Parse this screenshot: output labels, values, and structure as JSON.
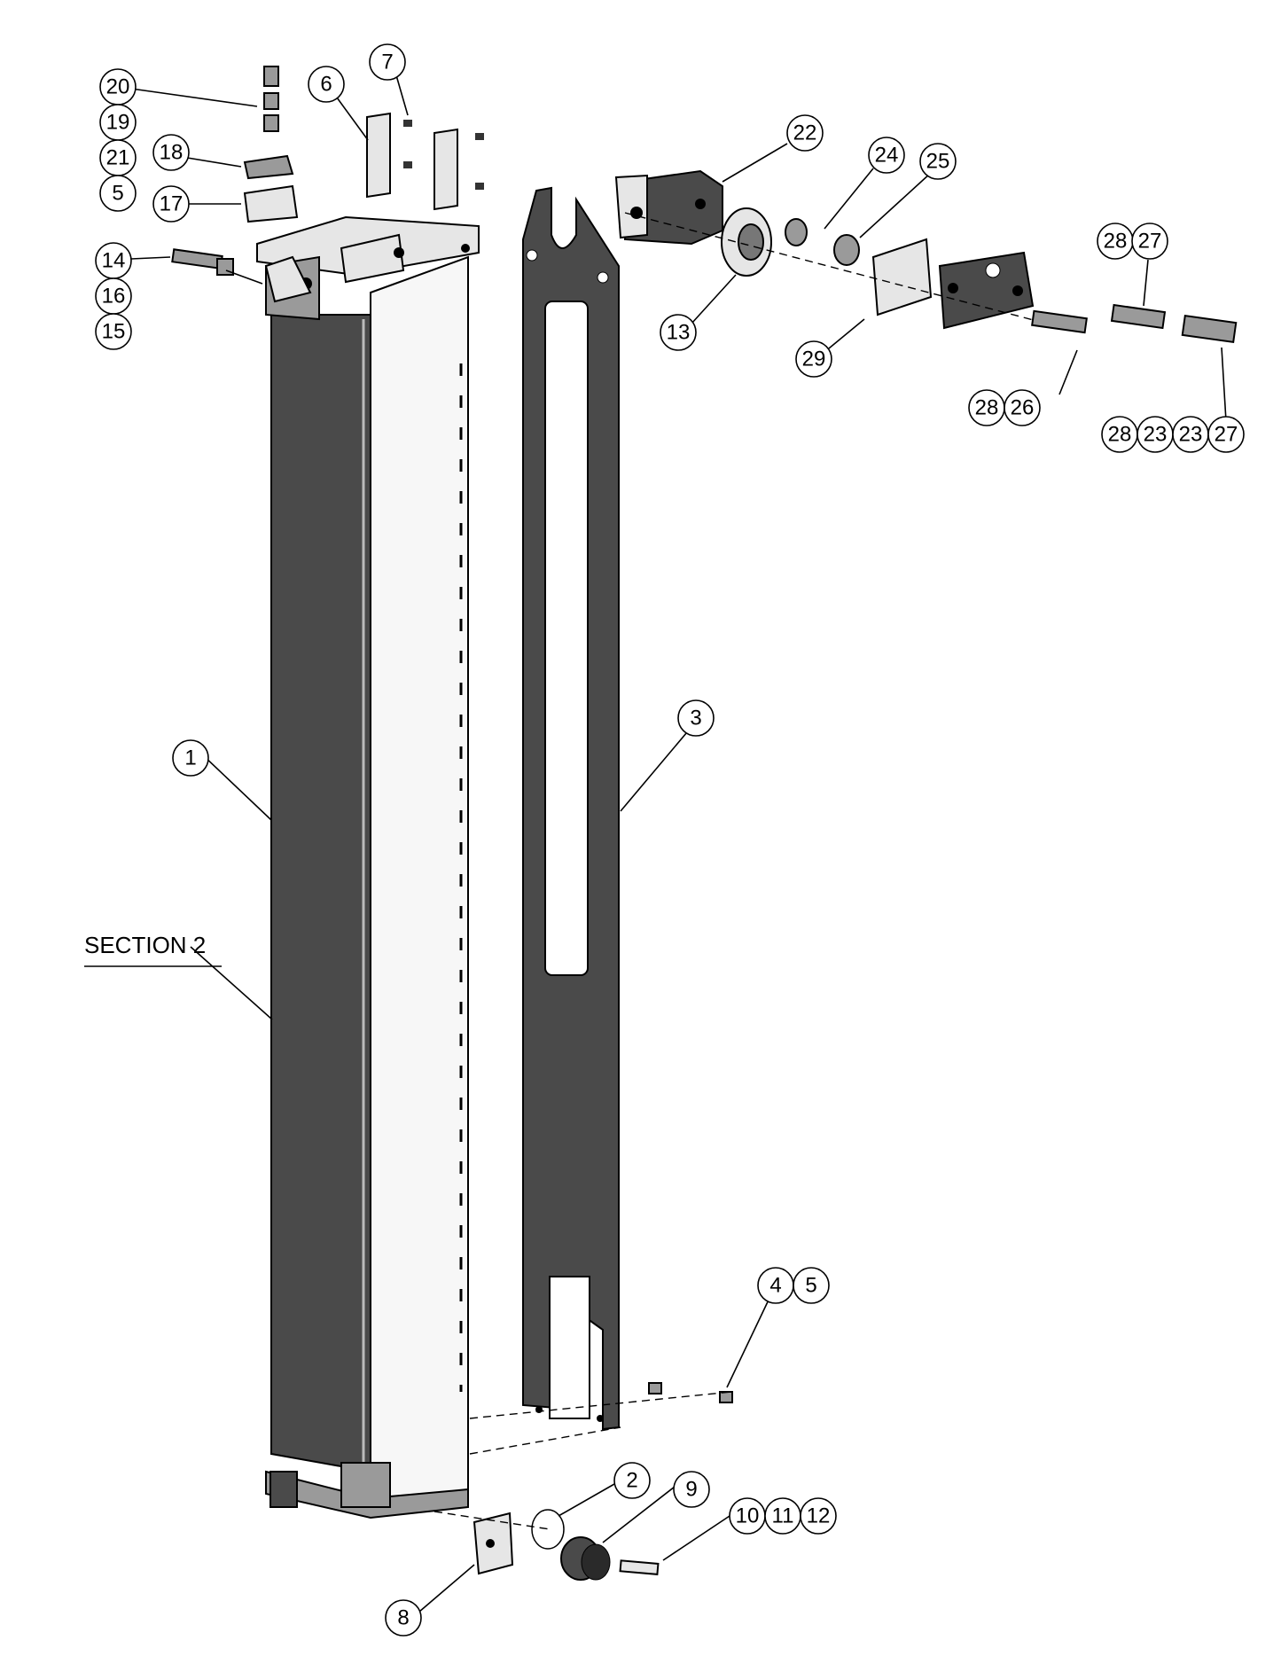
{
  "section_label": "SECTION 2",
  "balloons": [
    {
      "id": "b20",
      "text": "20"
    },
    {
      "id": "b19",
      "text": "19"
    },
    {
      "id": "b21",
      "text": "21"
    },
    {
      "id": "b5a",
      "text": "5"
    },
    {
      "id": "b18",
      "text": "18"
    },
    {
      "id": "b17",
      "text": "17"
    },
    {
      "id": "b6",
      "text": "6"
    },
    {
      "id": "b7",
      "text": "7"
    },
    {
      "id": "b14",
      "text": "14"
    },
    {
      "id": "b16",
      "text": "16"
    },
    {
      "id": "b15",
      "text": "15"
    },
    {
      "id": "b22",
      "text": "22"
    },
    {
      "id": "b24",
      "text": "24"
    },
    {
      "id": "b25",
      "text": "25"
    },
    {
      "id": "b13",
      "text": "13"
    },
    {
      "id": "b29",
      "text": "29"
    },
    {
      "id": "b28a",
      "text": "28"
    },
    {
      "id": "b27a",
      "text": "27"
    },
    {
      "id": "b28b",
      "text": "28"
    },
    {
      "id": "b26",
      "text": "26"
    },
    {
      "id": "b28c",
      "text": "28"
    },
    {
      "id": "b23a",
      "text": "23"
    },
    {
      "id": "b23b",
      "text": "23"
    },
    {
      "id": "b27b",
      "text": "27"
    },
    {
      "id": "b3",
      "text": "3"
    },
    {
      "id": "b1",
      "text": "1"
    },
    {
      "id": "b4",
      "text": "4"
    },
    {
      "id": "b5b",
      "text": "5"
    },
    {
      "id": "b2",
      "text": "2"
    },
    {
      "id": "b9",
      "text": "9"
    },
    {
      "id": "b10",
      "text": "10"
    },
    {
      "id": "b11",
      "text": "11"
    },
    {
      "id": "b12",
      "text": "12"
    },
    {
      "id": "b8",
      "text": "8"
    }
  ]
}
